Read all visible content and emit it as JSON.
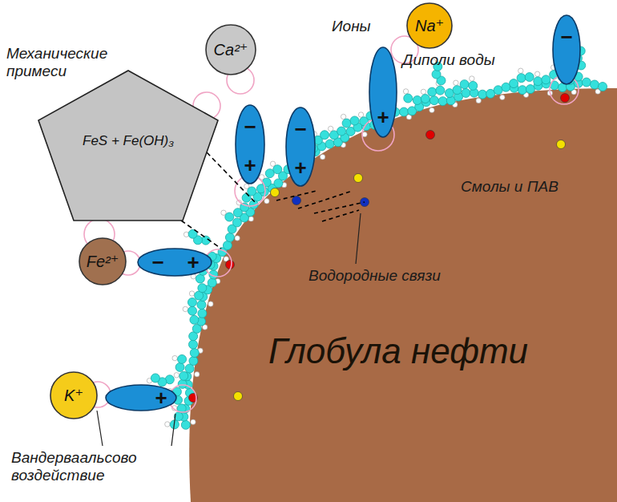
{
  "diagram": {
    "nodes": [
      {
        "text": [
          "FeS + Fe(OH)₃"
        ]
      },
      {
        "text": [
          "Ca²⁺"
        ]
      },
      {
        "text": [
          "Na⁺"
        ]
      },
      {
        "text": [
          "+"
        ]
      },
      {
        "text": [
          "−"
        ]
      },
      {
        "text": [
          "−",
          "+"
        ]
      },
      {
        "text": [
          "−",
          "+"
        ]
      },
      {
        "text": [
          "Fe²⁺"
        ]
      },
      {
        "text": [
          "−",
          "+"
        ]
      },
      {
        "text": [
          "Глобула нефти"
        ]
      },
      {
        "text": [
          "K⁺"
        ]
      },
      {
        "text": [
          "+"
        ]
      }
    ],
    "edges": [
      {
        "from": 0,
        "to": 9,
        "arrow": "none"
      },
      {
        "from": 0,
        "to": 9,
        "arrow": "none"
      }
    ],
    "labels": [
      "Механические примеси",
      "Ионы",
      "Диполи воды",
      "Смолы и ПАВ",
      "Водородные связи",
      "Вандерваальсово воздействие"
    ]
  }
}
